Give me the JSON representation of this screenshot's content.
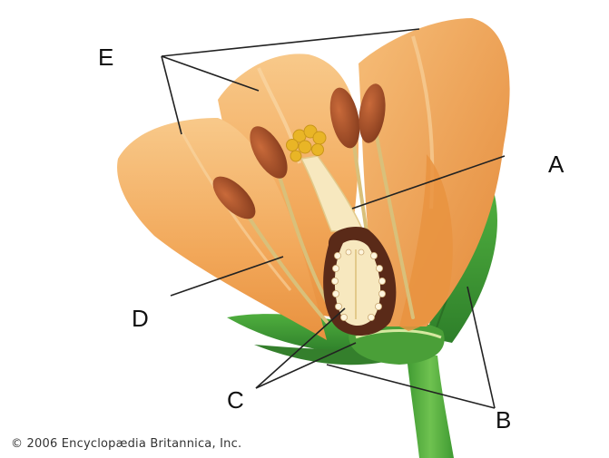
{
  "labels": {
    "a": "A",
    "b": "B",
    "c": "C",
    "d": "D",
    "e": "E"
  },
  "credit": "© 2006 Encyclopædia Britannica, Inc.",
  "colors": {
    "petal": "#f2a85a",
    "petal_light": "#f8cf95",
    "anther": "#a9502a",
    "pollen": "#e9b526",
    "pistil": "#f7e8bf",
    "ovary_wall": "#5a2a18",
    "ovule": "#fff5dd",
    "sepal": "#3d9a35",
    "stem": "#57b040",
    "leader": "#222222"
  }
}
